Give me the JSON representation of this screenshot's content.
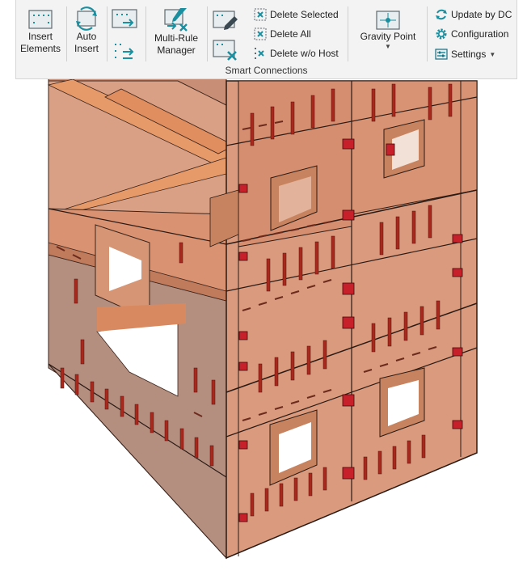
{
  "ribbon": {
    "group_title": "Smart Connections",
    "insert_elements": {
      "line1": "Insert",
      "line2": "Elements"
    },
    "auto_insert": {
      "line1": "Auto",
      "line2": "Insert"
    },
    "multi_rule_manager": {
      "line1": "Multi-Rule",
      "line2": "Manager"
    },
    "delete_selected": "Delete Selected",
    "delete_all": "Delete All",
    "delete_without_host": "Delete w/o Host",
    "gravity_point": "Gravity Point",
    "update_by_dc": "Update by DC",
    "configuration": "Configuration",
    "settings": "Settings"
  },
  "colors": {
    "accent_teal": "#1a8fa0",
    "delete_red": "#d23a3a",
    "panel_face": "#d9957a",
    "frame_line": "#2a1a14",
    "rebar": "#a8281c"
  },
  "icons": {
    "insert_elements": "insert-elements-icon",
    "auto_insert": "auto-insert-icon",
    "multi_rule_manager": "multi-rule-manager-icon",
    "delete_selected": "delete-selected-icon",
    "delete_all": "delete-all-icon",
    "delete_without_host": "delete-without-host-icon",
    "gravity_point": "gravity-point-icon",
    "update_by_dc": "update-by-dc-icon",
    "configuration": "configuration-gear-icon",
    "settings": "settings-icon"
  }
}
